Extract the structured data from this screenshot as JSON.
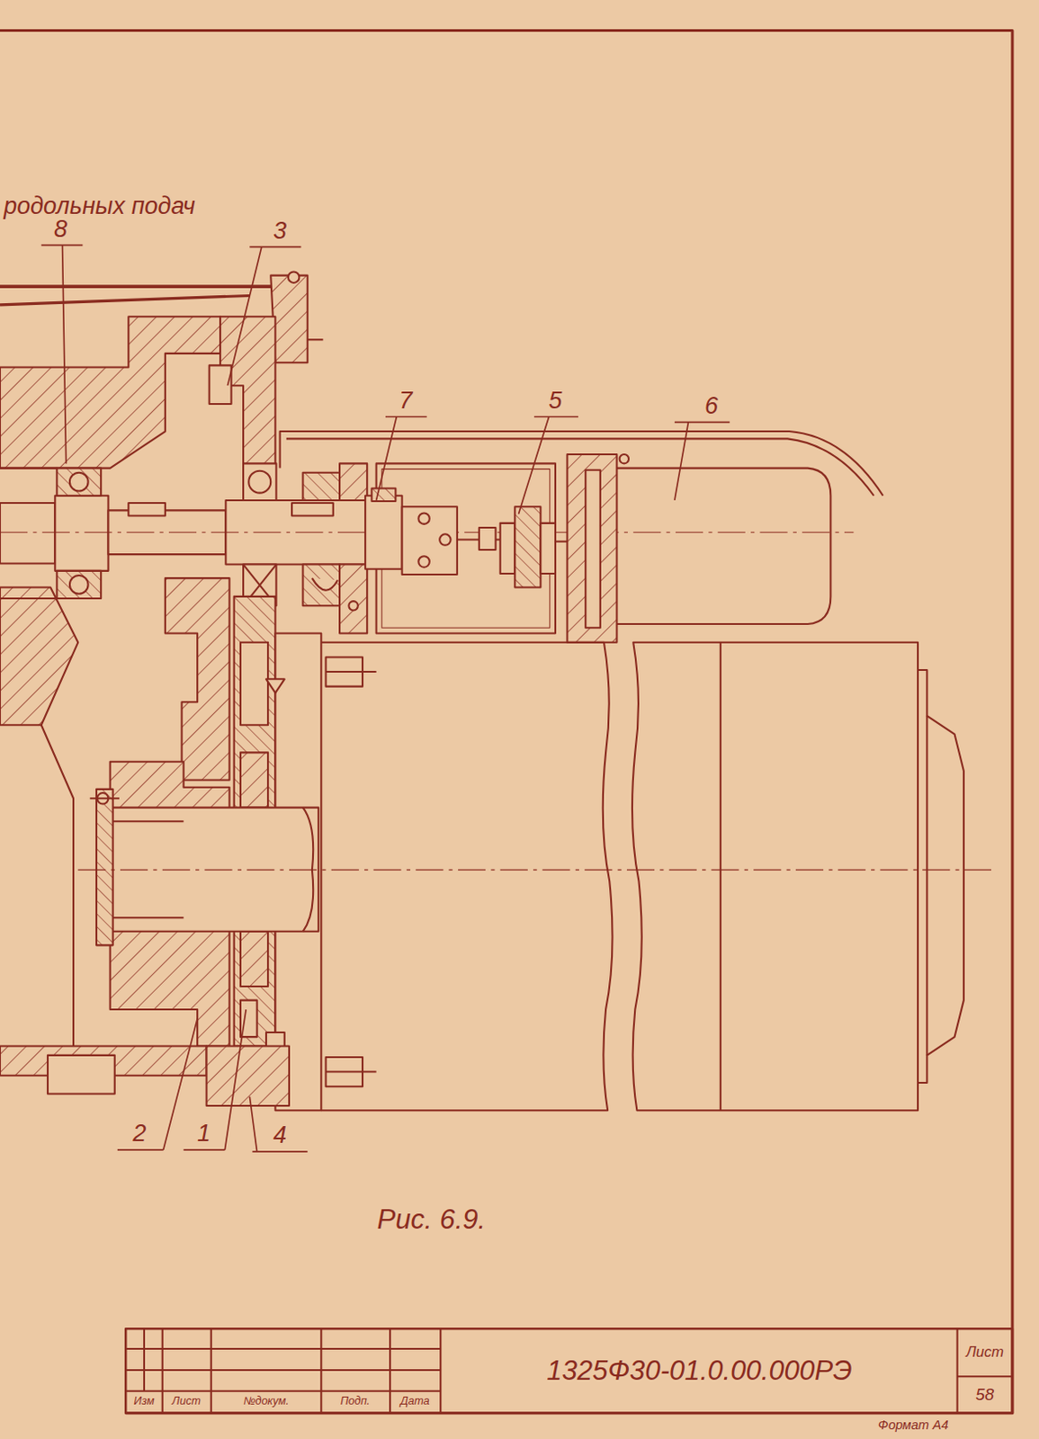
{
  "diagram": {
    "title": "родольных подач",
    "caption": "Рис. 6.9.",
    "labels": [
      "8",
      "3",
      "7",
      "5",
      "6",
      "2",
      "1",
      "4",
      "Изм",
      "Лист",
      "№докум.",
      "Подп.",
      "Дата",
      "1325Ф30-01.0.00.000РЭ",
      "Лист",
      "58",
      "Формат А4"
    ]
  }
}
